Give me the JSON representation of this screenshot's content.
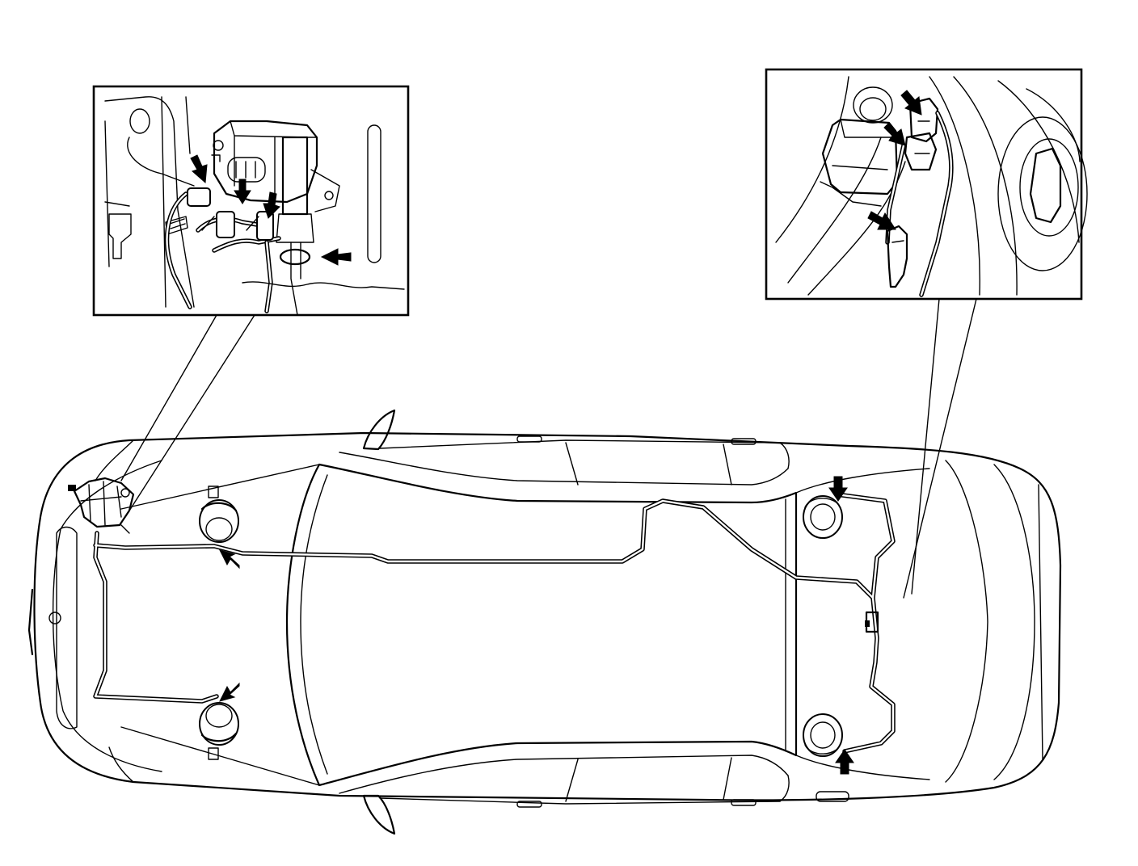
{
  "figure": {
    "subject": "brake-line-routing-top-view",
    "callouts": [
      {
        "id": "front-actuator-detail",
        "arrows": 4
      },
      {
        "id": "rear-valve-detail",
        "arrows": 3
      }
    ],
    "wheel_markers": 4
  },
  "colors": {
    "ink": "#000000",
    "paper": "#ffffff"
  }
}
